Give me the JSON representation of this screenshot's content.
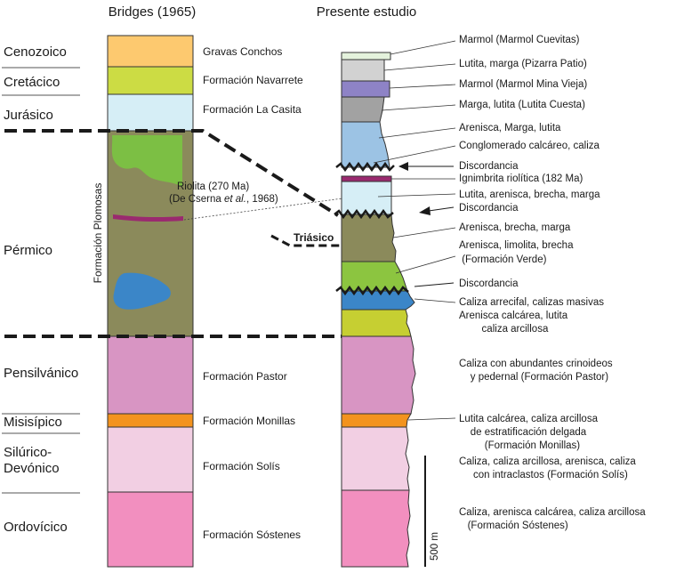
{
  "headers": {
    "left": "Bridges (1965)",
    "right": "Presente estudio"
  },
  "eras": [
    {
      "lines": [
        "Cenozoico"
      ]
    },
    {
      "lines": [
        "Cretácico"
      ]
    },
    {
      "lines": [
        "Jurásico"
      ]
    },
    {
      "lines": [
        "Pérmico"
      ]
    },
    {
      "lines": [
        "Pensilvánico"
      ]
    },
    {
      "lines": [
        "Misisípico"
      ]
    },
    {
      "lines": [
        "Silúrico-",
        "Devónico"
      ]
    },
    {
      "lines": [
        "Ordovícico"
      ]
    }
  ],
  "left_units": [
    {
      "name": "Gravas Conchos",
      "color": "#FDC96F"
    },
    {
      "name": "Formación Navarrete",
      "color": "#CCDC44"
    },
    {
      "name": "Formación La Casita",
      "color": "#D6EEF6"
    },
    {
      "name": "Formación Plomosas",
      "color": "#8B8A5B"
    },
    {
      "name": "Formación Pastor",
      "color": "#D895C3"
    },
    {
      "name": "Formación Monillas",
      "color": "#F3931E"
    },
    {
      "name": "Formación Solís",
      "color": "#F2CFE3"
    },
    {
      "name": "Formación Sóstenes",
      "color": "#F28FBF"
    }
  ],
  "plomosas_inclusions": {
    "green_color": "#7CBF44",
    "blue_color": "#3B86C8",
    "riolita_color": "#9A2A6F"
  },
  "riolita": {
    "line1": "Riolita (270 Ma)",
    "line2_pre": "(De Cserna ",
    "line2_italic": "et al.",
    "line2_post": ", 1968)"
  },
  "triasico_label": "Triásico",
  "right_labels": [
    {
      "lines": [
        "Marmol (Marmol Cuevitas)"
      ]
    },
    {
      "lines": [
        "Lutita,  marga (Pizarra Patio)"
      ]
    },
    {
      "lines": [
        "Marmol (Marmol Mina Vieja)"
      ]
    },
    {
      "lines": [
        "Marga, lutita (Lutita Cuesta)"
      ]
    },
    {
      "lines": [
        "Arenisca, Marga, lutita"
      ]
    },
    {
      "lines": [
        "Conglomerado calcáreo, caliza"
      ]
    },
    {
      "lines": [
        "Discordancia"
      ]
    },
    {
      "lines": [
        "Ignimbrita riolítica (182 Ma)"
      ]
    },
    {
      "lines": [
        "Lutita, arenisca, brecha, marga"
      ]
    },
    {
      "lines": [
        "Discordancia"
      ]
    },
    {
      "lines": [
        "Arenisca, brecha, marga"
      ]
    },
    {
      "lines": [
        "Arenisca, limolita, brecha",
        " (Formación Verde)"
      ]
    },
    {
      "lines": [
        "Discordancia"
      ]
    },
    {
      "lines": [
        "Caliza arrecifal, calizas masivas"
      ]
    },
    {
      "lines": [
        "Arenisca calcárea, lutita",
        "        caliza arcillosa"
      ]
    },
    {
      "lines": [
        "Caliza con abundantes crinoideos",
        "    y pedernal (Formación Pastor)"
      ]
    },
    {
      "lines": [
        "Lutita calcárea, caliza arcillosa",
        "    de estratificación delgada",
        "         (Formación Monillas)"
      ]
    },
    {
      "lines": [
        "Caliza, caliza arcillosa, arenisca, caliza",
        "     con intraclastos (Formación Solís)"
      ]
    },
    {
      "lines": [
        "Caliza, arenisca calcárea, caliza arcillosa",
        "   (Formación Sóstenes)"
      ]
    }
  ],
  "right_units": [
    {
      "color": "#E4F2DC"
    },
    {
      "color": "#D2D2D2"
    },
    {
      "color": "#8E83C6"
    },
    {
      "color": "#A2A2A2"
    },
    {
      "color": "#9CC3E4"
    },
    {
      "color": "#A9D2EB"
    },
    {
      "color": "#9A2A6F"
    },
    {
      "color": "#D6EEF6"
    },
    {
      "color": "#8B8A5B"
    },
    {
      "color": "#8CC540"
    },
    {
      "color": "#3B86C8"
    },
    {
      "color": "#C6CF32"
    },
    {
      "color": "#D895C3"
    },
    {
      "color": "#F3931E"
    },
    {
      "color": "#F2CFE3"
    },
    {
      "color": "#F28FBF"
    }
  ],
  "scale_bar": {
    "label": "500 m"
  }
}
